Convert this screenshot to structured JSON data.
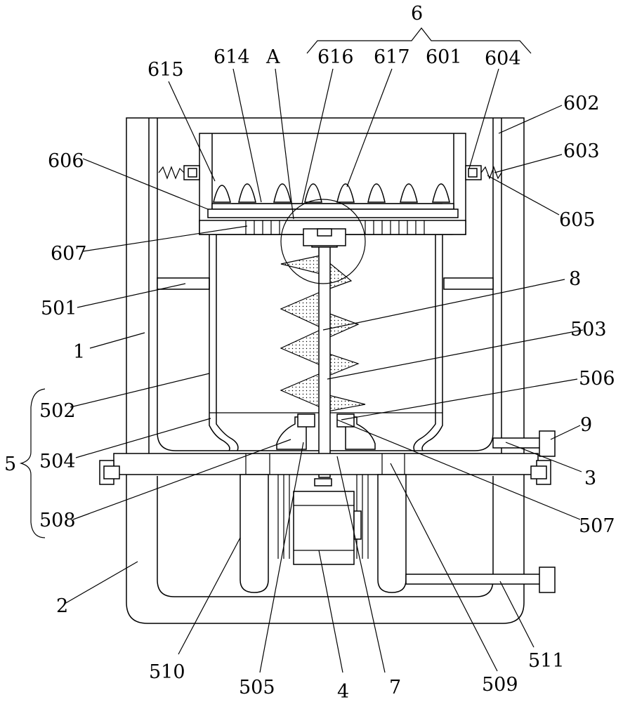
{
  "figure": {
    "labels": {
      "l6": "6",
      "l615": "615",
      "l614": "614",
      "lA": "A",
      "l616": "616",
      "l617": "617",
      "l601": "601",
      "l604": "604",
      "l602": "602",
      "l603": "603",
      "l605": "605",
      "l606": "606",
      "l607": "607",
      "l8": "8",
      "l501": "501",
      "l1": "1",
      "l503": "503",
      "l506": "506",
      "l502": "502",
      "l9": "9",
      "l5": "5",
      "l504": "504",
      "l3": "3",
      "l507": "507",
      "l508": "508",
      "l2": "2",
      "l511": "511",
      "l510": "510",
      "l505": "505",
      "l4": "4",
      "l7": "7",
      "l509": "509"
    }
  }
}
